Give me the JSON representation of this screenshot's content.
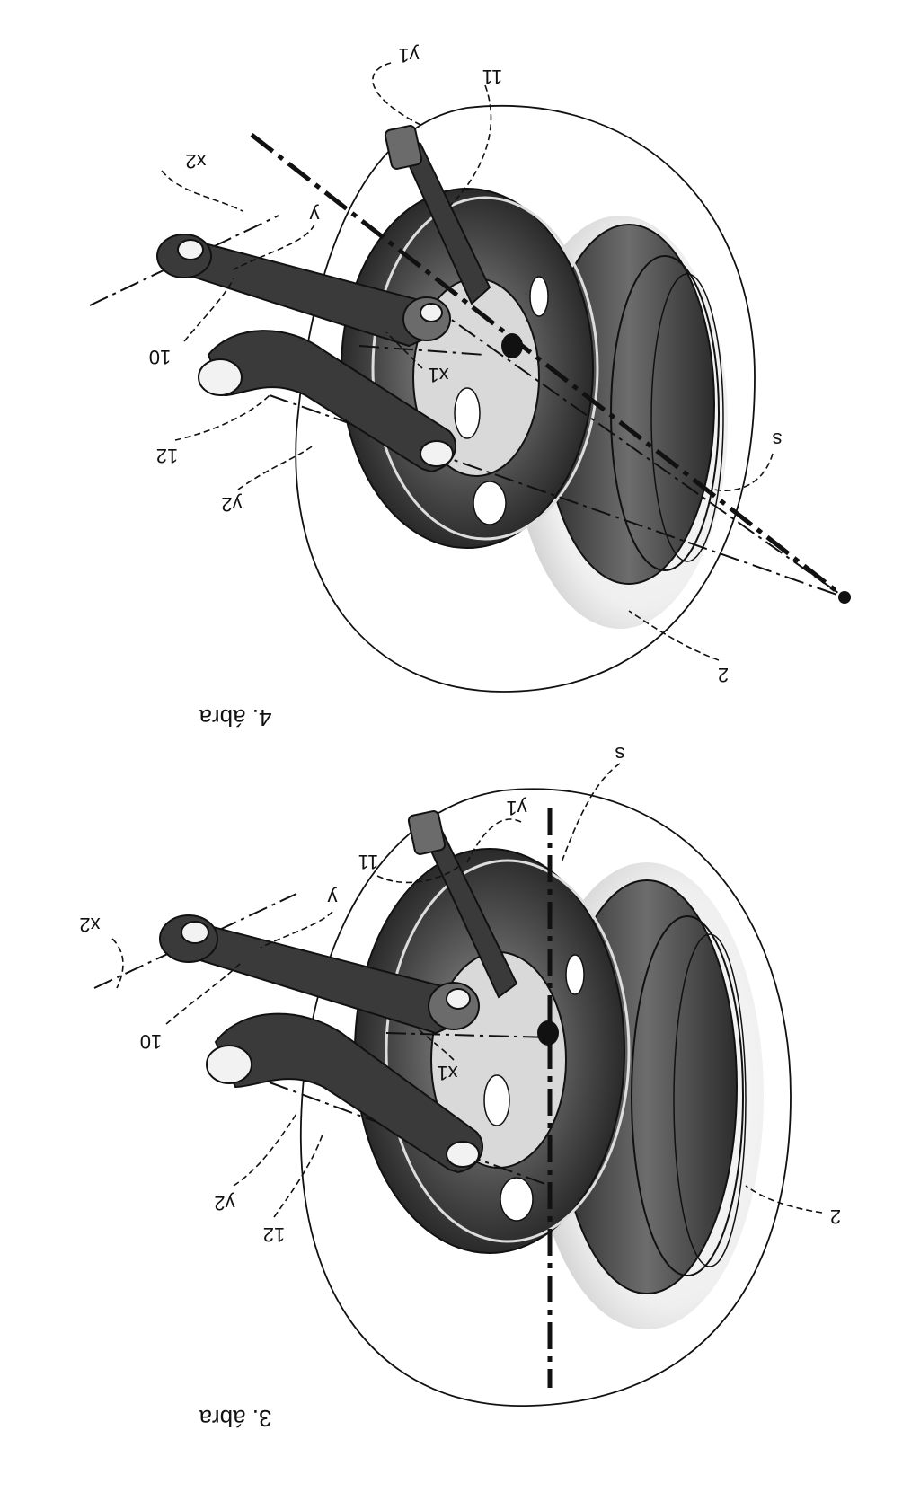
{
  "figures": [
    {
      "caption": "4. ábra",
      "labels": {
        "y1": "y1",
        "l11": "11",
        "x2": "x2",
        "y": "y",
        "l10": "10",
        "x1": "x1",
        "l12": "12",
        "y2": "y2",
        "s": "s",
        "l2": "2"
      }
    },
    {
      "caption": "3. ábra",
      "labels": {
        "s": "s",
        "x2": "x2",
        "l11": "11",
        "y1": "y1",
        "y": "y",
        "l10": "10",
        "x1": "x1",
        "y2": "y2",
        "l12": "12",
        "l2": "2"
      }
    }
  ],
  "colors": {
    "ink": "#111111",
    "paper": "#ffffff",
    "shade": "#3a3a3a"
  }
}
